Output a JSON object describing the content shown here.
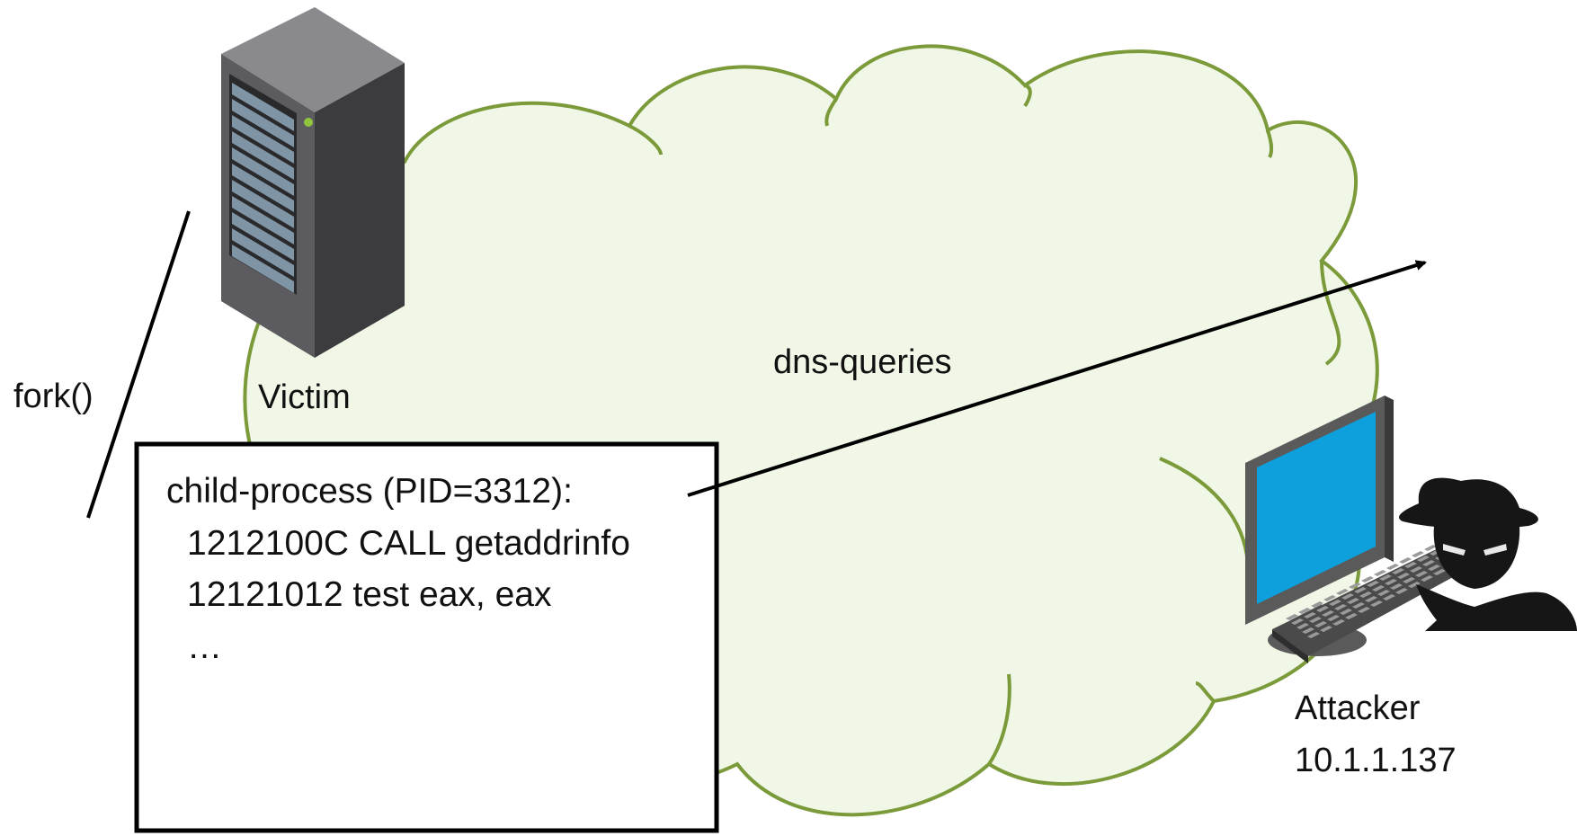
{
  "diagram": {
    "victim": {
      "label": "Victim"
    },
    "fork_label": "fork()",
    "flow_label": "dns-queries",
    "process_box": {
      "lines": [
        "child-process (PID=3312):",
        "1212100C CALL getaddrinfo",
        "12121012 test eax, eax",
        "…"
      ]
    },
    "attacker": {
      "name": "Attacker",
      "ip": "10.1.1.137"
    },
    "colors": {
      "cloud_fill": "#f1f7e7",
      "cloud_stroke": "#7b9a3a",
      "server_dark": "#3c3c3f",
      "server_light": "#5c5c60",
      "server_top": "#8a8a8e",
      "server_panel": "#7f94a4",
      "server_led": "#8fc53c",
      "monitor_screen": "#0ea0dd",
      "monitor_frame": "#5a5a5a",
      "keyboard": "#4a4a4a",
      "hacker": "#161616",
      "arrow": "#000000"
    }
  }
}
